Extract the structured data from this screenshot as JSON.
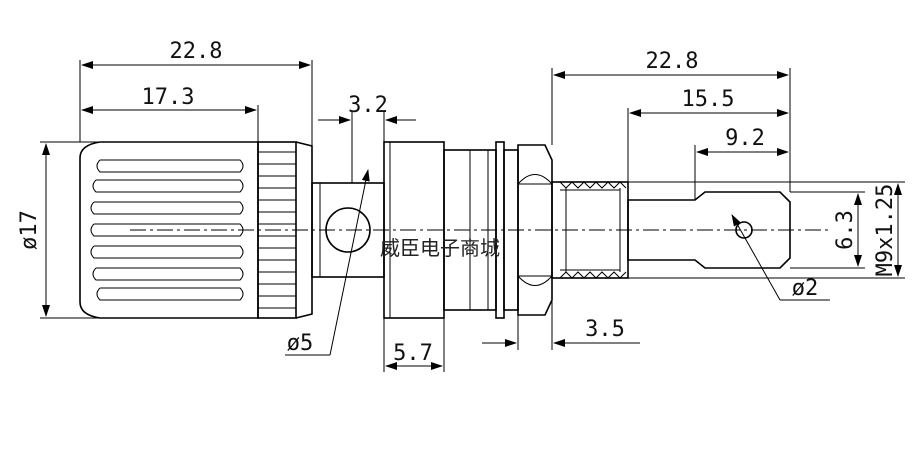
{
  "drawing": {
    "dims": {
      "total_length_left": "22.8",
      "knob_length": "17.3",
      "hole_offset": "3.2",
      "knob_diameter": "ø17",
      "hole_diameter": "ø5",
      "body_length": "5.7",
      "nut_thickness": "3.5",
      "total_length_right": "22.8",
      "thread_to_end": "15.5",
      "tab_length": "9.2",
      "tab_width": "6.3",
      "tab_hole": "ø2",
      "thread_spec": "M9x1.25"
    },
    "watermark": "威臣电子商城"
  }
}
